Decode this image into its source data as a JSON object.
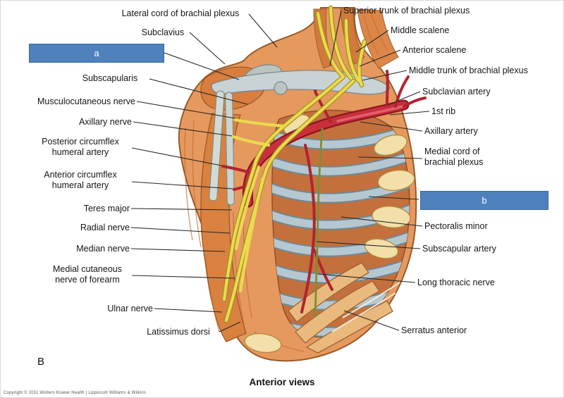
{
  "figure": {
    "panel_letter": "B",
    "caption": "Anterior views",
    "copyright": "Copyright © 2011 Wolters Kluwer Health | Lippincott Williams & Wilkins"
  },
  "answer_boxes": {
    "a": "a",
    "b": "b"
  },
  "labels_left": [
    {
      "text": "Lateral cord of brachial plexus"
    },
    {
      "text": "Subclavius"
    },
    {
      "text": "Subscapularis"
    },
    {
      "text": "Musculocutaneous nerve"
    },
    {
      "text": "Axillary nerve"
    },
    {
      "text": "Posterior circumflex humeral artery"
    },
    {
      "text": "Anterior circumflex humeral artery"
    },
    {
      "text": "Teres major"
    },
    {
      "text": "Radial nerve"
    },
    {
      "text": "Median nerve"
    },
    {
      "text": "Medial cutaneous nerve of forearm"
    },
    {
      "text": "Ulnar nerve"
    },
    {
      "text": "Latissimus dorsi"
    }
  ],
  "labels_right": [
    {
      "text": "Superior trunk of brachial plexus"
    },
    {
      "text": "Middle scalene"
    },
    {
      "text": "Anterior scalene"
    },
    {
      "text": "Middle trunk of brachial plexus"
    },
    {
      "text": "Subclavian artery"
    },
    {
      "text": "1st rib"
    },
    {
      "text": "Axillary artery"
    },
    {
      "text": "Medial cord of brachial plexus"
    },
    {
      "text": "Pectoralis minor"
    },
    {
      "text": "Subscapular artery"
    },
    {
      "text": "Long thoracic nerve"
    },
    {
      "text": "Serratus anterior"
    }
  ],
  "colors": {
    "answer_box_blue": "#4F81BD",
    "muscle_orange": "#E6995E",
    "nerve_yellow": "#EBD94F",
    "artery_red": "#C8303C",
    "bone_gray": "#C9D3D5",
    "rib_blue_gray": "#B5C8D1"
  }
}
